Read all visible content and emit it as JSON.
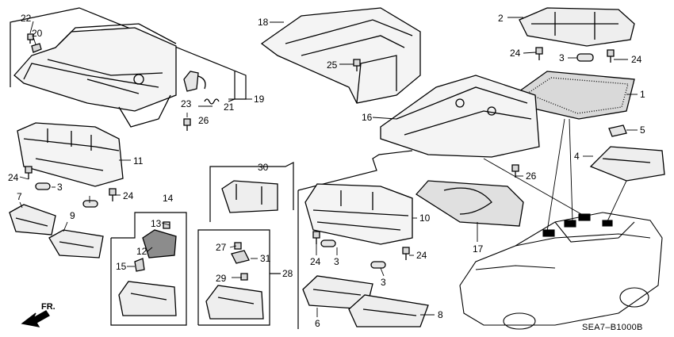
{
  "diagram": {
    "code": "SEA7–B1000B",
    "direction_label": "FR.",
    "callouts": [
      "22",
      "20",
      "19",
      "23",
      "26",
      "21",
      "11",
      "24",
      "3",
      "24",
      "7",
      "9",
      "30",
      "14",
      "13",
      "12",
      "15",
      "27",
      "31",
      "29",
      "28",
      "18",
      "25",
      "2",
      "24",
      "3",
      "24",
      "1",
      "16",
      "26",
      "5",
      "4",
      "10",
      "17",
      "24",
      "3",
      "24",
      "3",
      "6",
      "8"
    ]
  }
}
